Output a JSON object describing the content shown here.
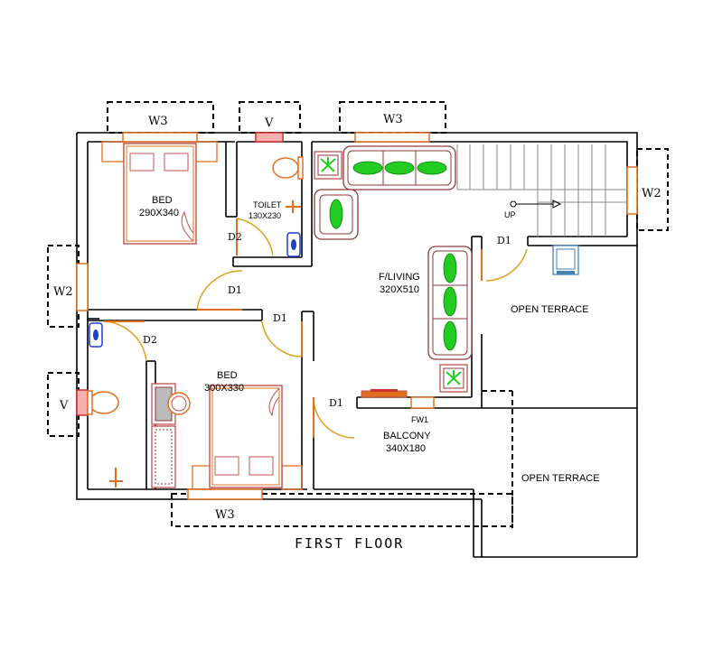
{
  "rooms": {
    "bed1": {
      "name": "BED",
      "size": "290X340"
    },
    "toilet1": {
      "name": "TOILET",
      "size": "130X230"
    },
    "living": {
      "name": "F/LIVING",
      "size": "320X510"
    },
    "bed2": {
      "name": "BED",
      "size": "300X330"
    },
    "balcony": {
      "name": "BALCONY",
      "size": "340X180"
    },
    "terrace1": {
      "name": "OPEN TERRACE"
    },
    "terrace2": {
      "name": "OPEN TERRACE"
    }
  },
  "windows": {
    "w3_top_left": "W3",
    "v_top": "V",
    "w3_top_mid": "W3",
    "w2_right": "W2",
    "w2_left": "W2",
    "v_left": "V",
    "w3_bottom": "W3",
    "fw1": "FW1"
  },
  "doors": {
    "d2_toilet": "D2",
    "d1_bed1": "D1",
    "d1_bed2": "D1",
    "d2_bath2": "D2",
    "d1_balcony": "D1",
    "d1_terrace": "D1"
  },
  "stair": {
    "label": "UP"
  },
  "plan": {
    "title": "FIRST FLOOR"
  },
  "colors": {
    "wall": "#000000",
    "furniture": "#e07020",
    "bed": "#c0504d",
    "plant": "#22cc22",
    "sofa": "#8b3a3a",
    "window": "#cc3333",
    "fixture": "#1a3fcc"
  }
}
